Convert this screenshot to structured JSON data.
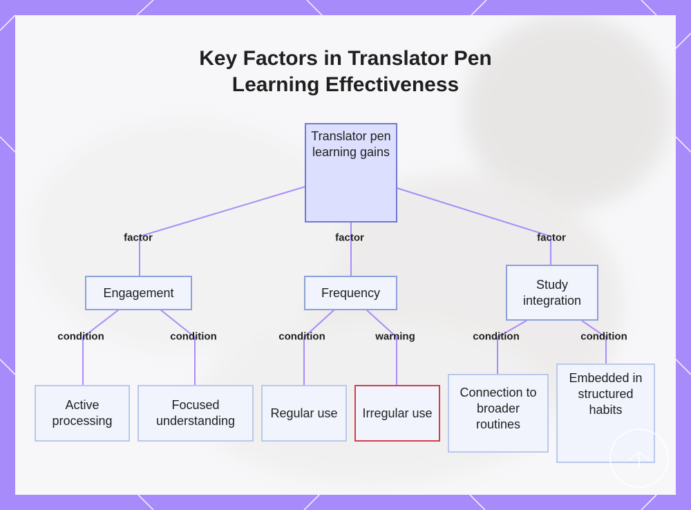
{
  "title": "Key Factors in Translator Pen\nLearning Effectiveness",
  "colors": {
    "frame": "#a78bfa",
    "edge": "#a78bfa",
    "root_fill": "#dcdffd",
    "node_border": "#8aa0d8",
    "warning_border": "#d23c4b"
  },
  "nodes": {
    "root": "Translator pen learning gains",
    "engagement": "Engagement",
    "frequency": "Frequency",
    "study_integration": "Study integration",
    "active_processing": "Active processing",
    "focused_understanding": "Focused understanding",
    "regular_use": "Regular use",
    "irregular_use": "Irregular use",
    "connection_routines": "Connection to broader routines",
    "embedded_habits": "Embedded in structured habits"
  },
  "edge_labels": {
    "root_engagement": "factor",
    "root_frequency": "factor",
    "root_study": "factor",
    "engagement_active": "condition",
    "engagement_focused": "condition",
    "frequency_regular": "condition",
    "frequency_irregular": "warning",
    "study_connection": "condition",
    "study_embedded": "condition"
  }
}
